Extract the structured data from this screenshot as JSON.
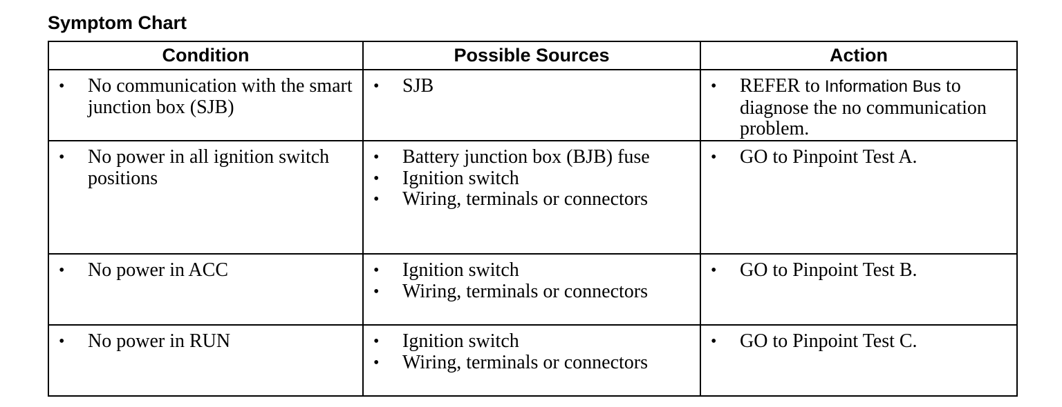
{
  "title": "Symptom Chart",
  "bullet": "•",
  "headers": {
    "condition": "Condition",
    "sources": "Possible Sources",
    "action": "Action"
  },
  "rows": [
    {
      "condition": "No communication with the smart junction box (SJB)",
      "sources": [
        "SJB"
      ],
      "action": {
        "pre": "REFER to ",
        "ref": "Information Bus",
        "post": " to diagnose the no communication problem."
      }
    },
    {
      "condition": "No power in all ignition switch positions",
      "sources": [
        "Battery junction box (BJB) fuse",
        "Ignition switch",
        "Wiring, terminals or connectors"
      ],
      "action": "GO to Pinpoint Test A."
    },
    {
      "condition": "No power in ACC",
      "sources": [
        "Ignition switch",
        "Wiring, terminals or connectors"
      ],
      "action": "GO to Pinpoint Test B."
    },
    {
      "condition": "No power in RUN",
      "sources": [
        "Ignition switch",
        "Wiring, terminals or connectors"
      ],
      "action": "GO to Pinpoint Test C."
    }
  ]
}
